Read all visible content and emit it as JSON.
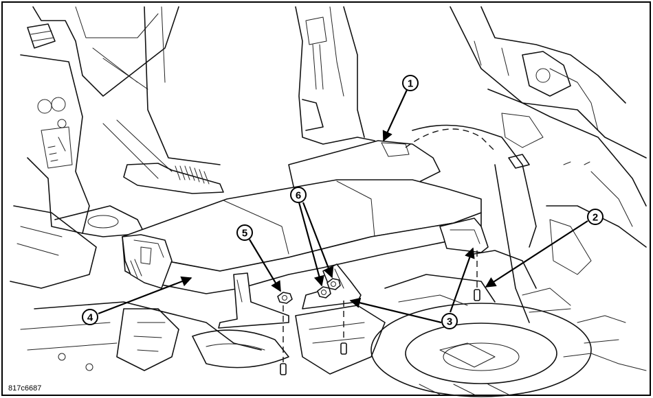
{
  "figure_ref": "817c6687",
  "callouts": [
    "1",
    "2",
    "3",
    "4",
    "5",
    "6"
  ]
}
